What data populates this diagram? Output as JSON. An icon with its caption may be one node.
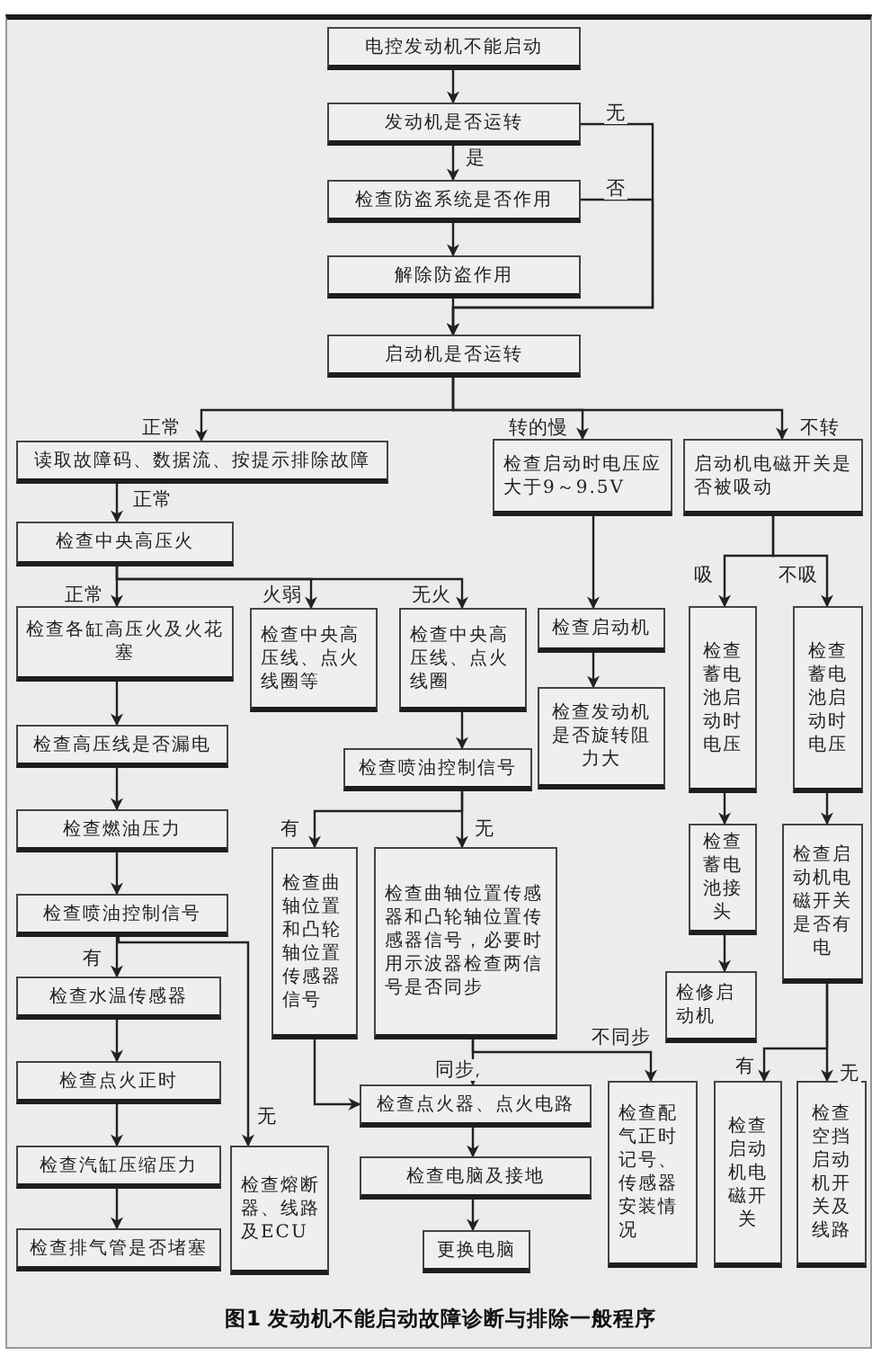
{
  "diagram": {
    "caption": "图1 发动机不能启动故障诊断与排除一般程序",
    "nodes": [
      {
        "text": [
          "电控发动机不能启动"
        ]
      },
      {
        "text": [
          "发动机是否运转"
        ]
      },
      {
        "text": [
          "检查防盗系统是否作用"
        ]
      },
      {
        "text": [
          "解除防盗作用"
        ]
      },
      {
        "text": [
          "启动机是否运转"
        ]
      },
      {
        "text": [
          "读取故障码、数据流、按提示排除故障"
        ]
      },
      {
        "text": [
          "检查启动时电压应大于9～9.5V"
        ]
      },
      {
        "text": [
          "启动机电磁开关是否被吸动"
        ]
      },
      {
        "text": [
          "检查中央高压火"
        ]
      },
      {
        "text": [
          "检查各缸高压火及火花塞"
        ]
      },
      {
        "text": [
          "检查中央高压线、点火线圈等"
        ]
      },
      {
        "text": [
          "检查中央高压线、点火线圈"
        ]
      },
      {
        "text": [
          "检查启动机"
        ]
      },
      {
        "text": [
          "检查发动机是否旋转阻力大"
        ]
      },
      {
        "text": [
          "检查蓄电池启动时电压"
        ]
      },
      {
        "text": [
          "检查蓄电池启动时电压"
        ]
      },
      {
        "text": [
          "检查高压线是否漏电"
        ]
      },
      {
        "text": [
          "检查喷油控制信号"
        ]
      },
      {
        "text": [
          "检查燃油压力"
        ]
      },
      {
        "text": [
          "检查喷油控制信号"
        ]
      },
      {
        "text": [
          "检查曲轴位置和凸轮轴位置传感器信号"
        ]
      },
      {
        "text": [
          "检查曲轴位置传感器和凸轮轴位置传感器信号，必要时用示波器检查两信号是否同步"
        ]
      },
      {
        "text": [
          "检查蓄电池接头"
        ]
      },
      {
        "text": [
          "检修启动机"
        ]
      },
      {
        "text": [
          "检查启动机电磁开关是否有电"
        ]
      },
      {
        "text": [
          "检查水温传感器"
        ]
      },
      {
        "text": [
          "检查点火器、点火电路"
        ]
      },
      {
        "text": [
          "检查配气正时记号、传感器安装情况"
        ]
      },
      {
        "text": [
          "检查启动机电磁开关"
        ]
      },
      {
        "text": [
          "检查空挡启动机开关及线路"
        ]
      },
      {
        "text": [
          "检查点火正时"
        ]
      },
      {
        "text": [
          "检查汽缸压缩压力"
        ]
      },
      {
        "text": [
          "检查熔断器、线路及ECU"
        ]
      },
      {
        "text": [
          "检查电脑及接地"
        ]
      },
      {
        "text": [
          "检查排气管是否堵塞"
        ]
      },
      {
        "text": [
          "更换电脑"
        ]
      }
    ],
    "edges": [
      {
        "from": 0,
        "to": 1,
        "arrow": "to"
      },
      {
        "from": 1,
        "to": 2,
        "arrow": "to",
        "label": "是"
      },
      {
        "from": 1,
        "to": 4,
        "arrow": "to",
        "label": "无"
      },
      {
        "from": 2,
        "to": 4,
        "arrow": "to",
        "label": "否"
      },
      {
        "from": 2,
        "to": 3,
        "arrow": "to"
      },
      {
        "from": 3,
        "to": 4,
        "arrow": "to"
      },
      {
        "from": 4,
        "to": 5,
        "arrow": "to",
        "label": "正常"
      },
      {
        "from": 4,
        "to": 6,
        "arrow": "to",
        "label": "转的慢"
      },
      {
        "from": 4,
        "to": 7,
        "arrow": "to",
        "label": "不转"
      },
      {
        "from": 5,
        "to": 8,
        "arrow": "to",
        "label": "正常"
      },
      {
        "from": 8,
        "to": 9,
        "arrow": "to",
        "label": "正常"
      },
      {
        "from": 8,
        "to": 10,
        "arrow": "to",
        "label": "火弱"
      },
      {
        "from": 8,
        "to": 11,
        "arrow": "to",
        "label": "无火"
      },
      {
        "from": 6,
        "to": 12,
        "arrow": "to"
      },
      {
        "from": 12,
        "to": 13,
        "arrow": "to"
      },
      {
        "from": 7,
        "to": 14,
        "arrow": "to",
        "label": "吸"
      },
      {
        "from": 7,
        "to": 15,
        "arrow": "to",
        "label": "不吸"
      },
      {
        "from": 9,
        "to": 16,
        "arrow": "to"
      },
      {
        "from": 16,
        "to": 18,
        "arrow": "to"
      },
      {
        "from": 18,
        "to": 19,
        "arrow": "to"
      },
      {
        "from": 19,
        "to": 25,
        "arrow": "to",
        "label": "有"
      },
      {
        "from": 19,
        "to": 32,
        "arrow": "to",
        "label": "无"
      },
      {
        "from": 11,
        "to": 17,
        "arrow": "to"
      },
      {
        "from": 17,
        "to": 20,
        "arrow": "to",
        "label": "有"
      },
      {
        "from": 17,
        "to": 21,
        "arrow": "to",
        "label": "无"
      },
      {
        "from": 14,
        "to": 22,
        "arrow": "to"
      },
      {
        "from": 22,
        "to": 23,
        "arrow": "to"
      },
      {
        "from": 15,
        "to": 24,
        "arrow": "to"
      },
      {
        "from": 20,
        "to": 26,
        "arrow": "to"
      },
      {
        "from": 21,
        "to": 26,
        "arrow": "to",
        "label": "同步"
      },
      {
        "from": 21,
        "to": 27,
        "arrow": "to",
        "label": "不同步"
      },
      {
        "from": 24,
        "to": 28,
        "arrow": "to",
        "label": "有"
      },
      {
        "from": 24,
        "to": 29,
        "arrow": "to",
        "label": "无"
      },
      {
        "from": 25,
        "to": 30,
        "arrow": "to"
      },
      {
        "from": 30,
        "to": 31,
        "arrow": "to"
      },
      {
        "from": 31,
        "to": 34,
        "arrow": "to"
      },
      {
        "from": 26,
        "to": 33,
        "arrow": "to"
      },
      {
        "from": 33,
        "to": 35,
        "arrow": "to"
      }
    ]
  }
}
